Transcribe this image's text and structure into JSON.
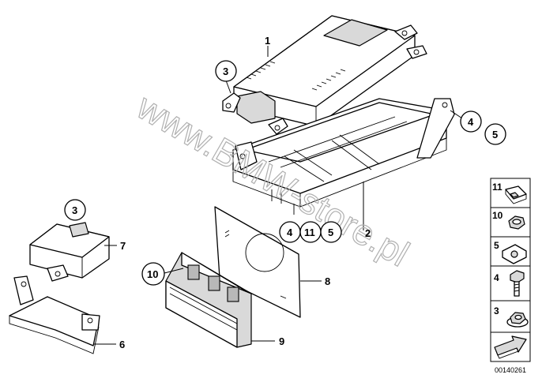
{
  "callouts": {
    "n1": "1",
    "n2": "2",
    "n3a": "3",
    "n3b": "3",
    "n4a": "4",
    "n5a": "5",
    "n4b": "4",
    "n11b": "11",
    "n5b": "5",
    "n6": "6",
    "n7": "7",
    "n8": "8",
    "n9": "9",
    "n10": "10"
  },
  "legend": [
    {
      "label": "11",
      "icon": "clip-nut-icon"
    },
    {
      "label": "10",
      "icon": "hex-nut-icon"
    },
    {
      "label": "5",
      "icon": "spring-nut-icon"
    },
    {
      "label": "4",
      "icon": "hex-bolt-icon"
    },
    {
      "label": "3",
      "icon": "flange-nut-icon"
    }
  ],
  "watermark": "www.BMW-store.pl",
  "doc_id": "00140261",
  "colors": {
    "line": "#000000",
    "shade": "#d9d9d9",
    "watermark": "#b0b0b0"
  }
}
